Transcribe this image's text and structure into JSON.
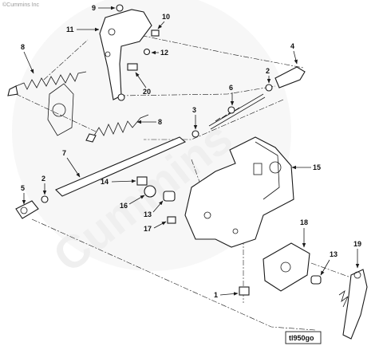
{
  "copyright": "©Cummins Inc",
  "figure_code": "tl950go",
  "watermark": "Cummins",
  "callouts": {
    "c1": "1",
    "c2a": "2",
    "c2b": "2",
    "c3": "3",
    "c4": "4",
    "c5": "5",
    "c6": "6",
    "c7": "7",
    "c8a": "8",
    "c8b": "8",
    "c9": "9",
    "c10": "10",
    "c11": "11",
    "c12": "12",
    "c13a": "13",
    "c13b": "13",
    "c14": "14",
    "c15": "15",
    "c16": "16",
    "c17": "17",
    "c18": "18",
    "c19": "19",
    "c20": "20"
  },
  "colors": {
    "line": "#1a1a1a",
    "watermark": "#efefef",
    "background": "#ffffff"
  }
}
